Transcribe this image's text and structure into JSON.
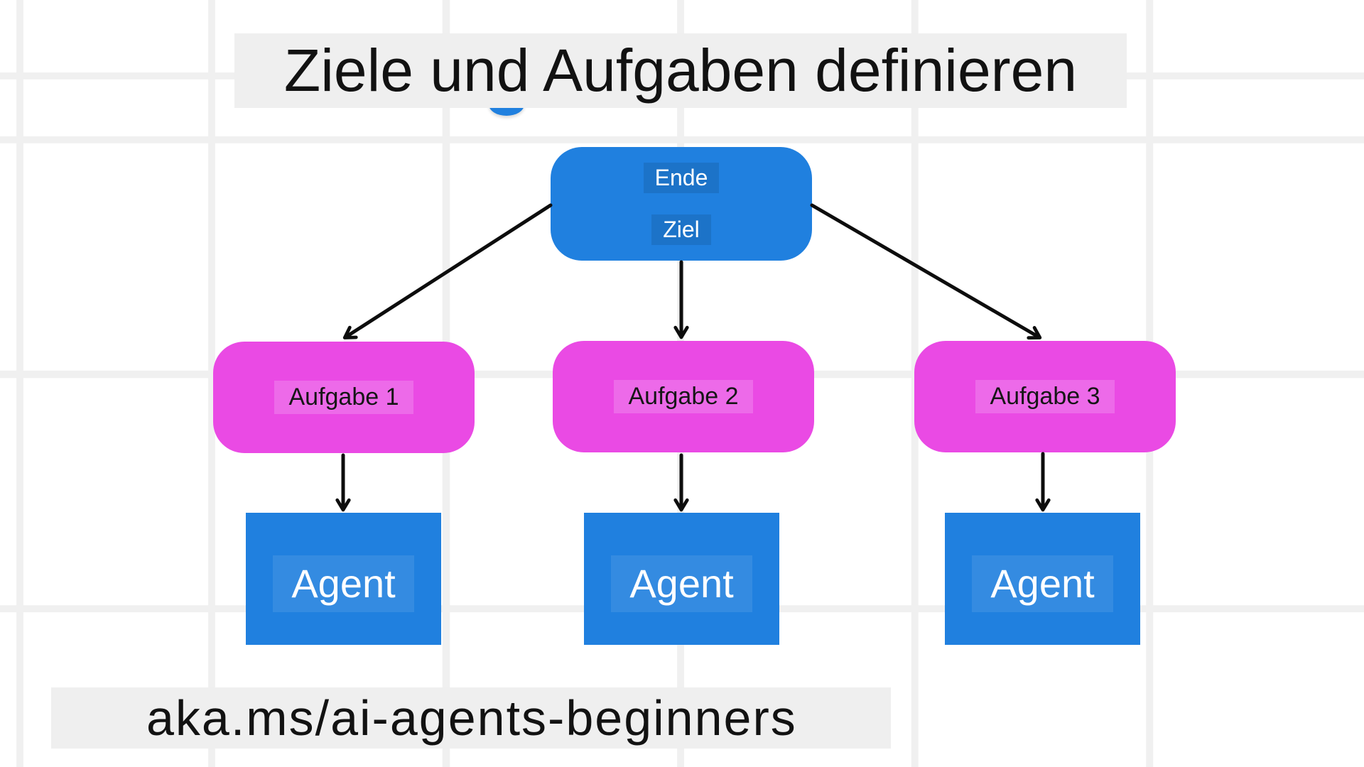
{
  "title": {
    "text": "Ziele und Aufgaben definieren"
  },
  "diagram": {
    "root": {
      "line1": "Ende",
      "line2": "Ziel"
    },
    "tasks": [
      {
        "label": "Aufgabe 1"
      },
      {
        "label": "Aufgabe 2"
      },
      {
        "label": "Aufgabe 3"
      }
    ],
    "agents": [
      {
        "label": "Agent"
      },
      {
        "label": "Agent"
      },
      {
        "label": "Agent"
      }
    ]
  },
  "footer": {
    "text": "aka.ms/ai-agents-beginners"
  },
  "colors": {
    "accent_blue": "#2080DF",
    "accent_magenta": "#EA4AE4",
    "banner_gray": "#EFEFEF",
    "grid_line": "#F0F0F0",
    "ink_black": "#121212",
    "text_white": "#FFFFFF"
  }
}
